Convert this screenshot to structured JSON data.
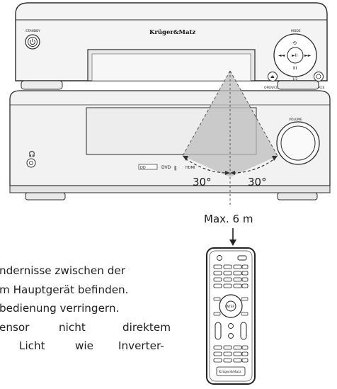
{
  "device": {
    "brand": "Krüger&Matz",
    "standby_label": "STANDBY",
    "mode_label": "MODE",
    "open_close_label": "OPEN/CLOSE",
    "source_label": "SOURCE",
    "volume_label": "VOLUME",
    "mode_sub_label": "1/2"
  },
  "sensor_diagram": {
    "left_angle": "30°",
    "right_angle": "30°",
    "max_range": "Max. 6 m"
  },
  "remote": {
    "brand": "Krüger&Matz",
    "enter_label": "ENTER"
  },
  "body_text": {
    "line1": "ndernisse zwischen der",
    "line2": "m Hauptgerät befinden.",
    "line3": "bedienung verringern.",
    "line4_a": "ensor",
    "line4_b": "nicht",
    "line4_c": "direktem",
    "line5_a": "Licht",
    "line5_b": "wie",
    "line5_c": "Inverter-"
  },
  "colors": {
    "outline": "#2b2b2b",
    "panel_fill": "#f3f3f3",
    "cone_fill": "#bdbdbd",
    "cone_border": "#555555"
  }
}
